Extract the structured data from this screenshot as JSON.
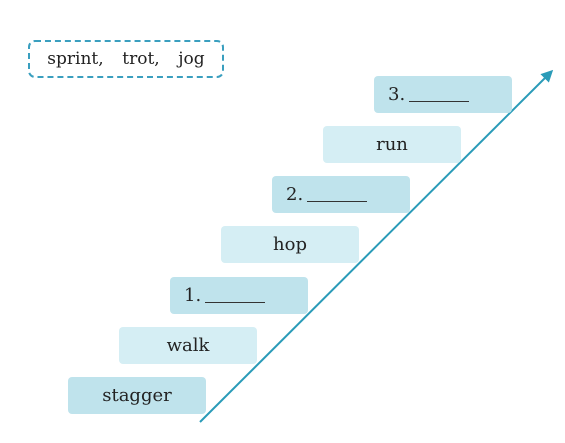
{
  "word_bank": {
    "words": [
      "sprint,",
      "trot,",
      "jog"
    ]
  },
  "steps": [
    {
      "kind": "text",
      "label": "stagger"
    },
    {
      "kind": "text",
      "label": "walk"
    },
    {
      "kind": "blank",
      "number": "1."
    },
    {
      "kind": "text",
      "label": "hop"
    },
    {
      "kind": "blank",
      "number": "2."
    },
    {
      "kind": "text",
      "label": "run"
    },
    {
      "kind": "blank",
      "number": "3."
    }
  ],
  "colors": {
    "accent": "#3a9fbf",
    "step_dark": "#bfe3ec",
    "step_light": "#d5eef4",
    "arrow": "#2a9bb8"
  }
}
